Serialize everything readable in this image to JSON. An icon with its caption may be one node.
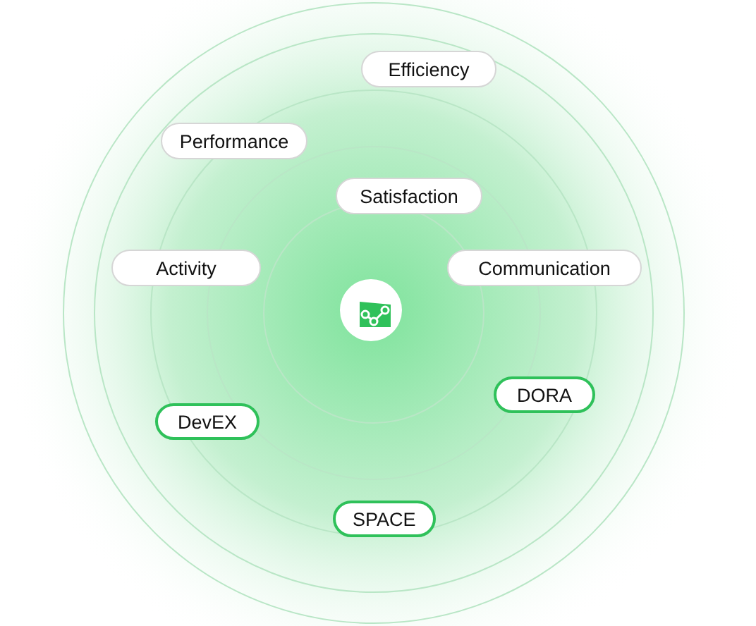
{
  "diagram": {
    "nodes": [
      {
        "text": [
          "Efficiency"
        ]
      },
      {
        "text": [
          "Performance"
        ]
      },
      {
        "text": [
          "Satisfaction"
        ]
      },
      {
        "text": [
          "Activity"
        ]
      },
      {
        "text": [
          "Communication"
        ]
      },
      {
        "text": [
          "DORA"
        ]
      },
      {
        "text": [
          "DevEX"
        ]
      },
      {
        "text": [
          "SPACE"
        ]
      }
    ]
  }
}
